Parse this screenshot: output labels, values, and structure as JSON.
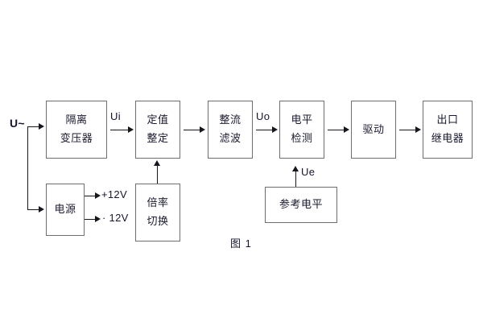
{
  "figure": {
    "caption": "图 1",
    "input_label": "U~",
    "colors": {
      "background": "#ffffff",
      "box_border": "#6e6e6e",
      "connector": "#16161d",
      "text": "#1a1a2e"
    }
  },
  "blocks": [
    {
      "id": "isolation-transformer",
      "lines": [
        "隔离",
        "变压器"
      ]
    },
    {
      "id": "setting-value",
      "lines": [
        "定值",
        "整定"
      ]
    },
    {
      "id": "rectify-filter",
      "lines": [
        "整流",
        "滤波"
      ]
    },
    {
      "id": "level-detection",
      "lines": [
        "电平",
        "检测"
      ]
    },
    {
      "id": "drive",
      "lines": [
        "驱动"
      ]
    },
    {
      "id": "output-relay",
      "lines": [
        "出口",
        "继电器"
      ]
    },
    {
      "id": "power-supply",
      "lines": [
        "电源"
      ]
    },
    {
      "id": "multiplier-switch",
      "lines": [
        "倍率",
        "切换"
      ]
    },
    {
      "id": "reference-level",
      "lines": [
        "参考电平"
      ]
    }
  ],
  "signal_labels": {
    "ui": "Ui",
    "uo": "Uo",
    "ue": "Ue",
    "supply_positive": "+12V",
    "supply_negative": "· 12V"
  }
}
